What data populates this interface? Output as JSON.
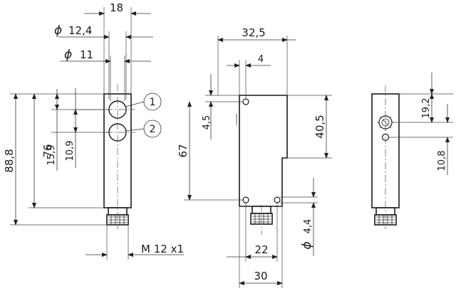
{
  "diameter_symbol": "ϕ",
  "front_view": {
    "width": "18",
    "lens_ring_diameter": "12,4",
    "lens_diameter": "11",
    "total_height": "88,8",
    "housing_height": "76",
    "lens1_offset": "15,9",
    "lens_spacing": "10,9",
    "connector_thread": "M 12 x1",
    "callouts": [
      "1",
      "2"
    ]
  },
  "side_view": {
    "depth": "32,5",
    "hole_offset": "4",
    "hole_vertical_offset": "4,5",
    "hole_spacing": "67",
    "upper_height": "40,5",
    "hole_diameter": "4,4",
    "connector_offset": "22",
    "base_depth": "30"
  },
  "rear_view": {
    "pot_height": "19,2",
    "led_spacing": "10,8"
  }
}
